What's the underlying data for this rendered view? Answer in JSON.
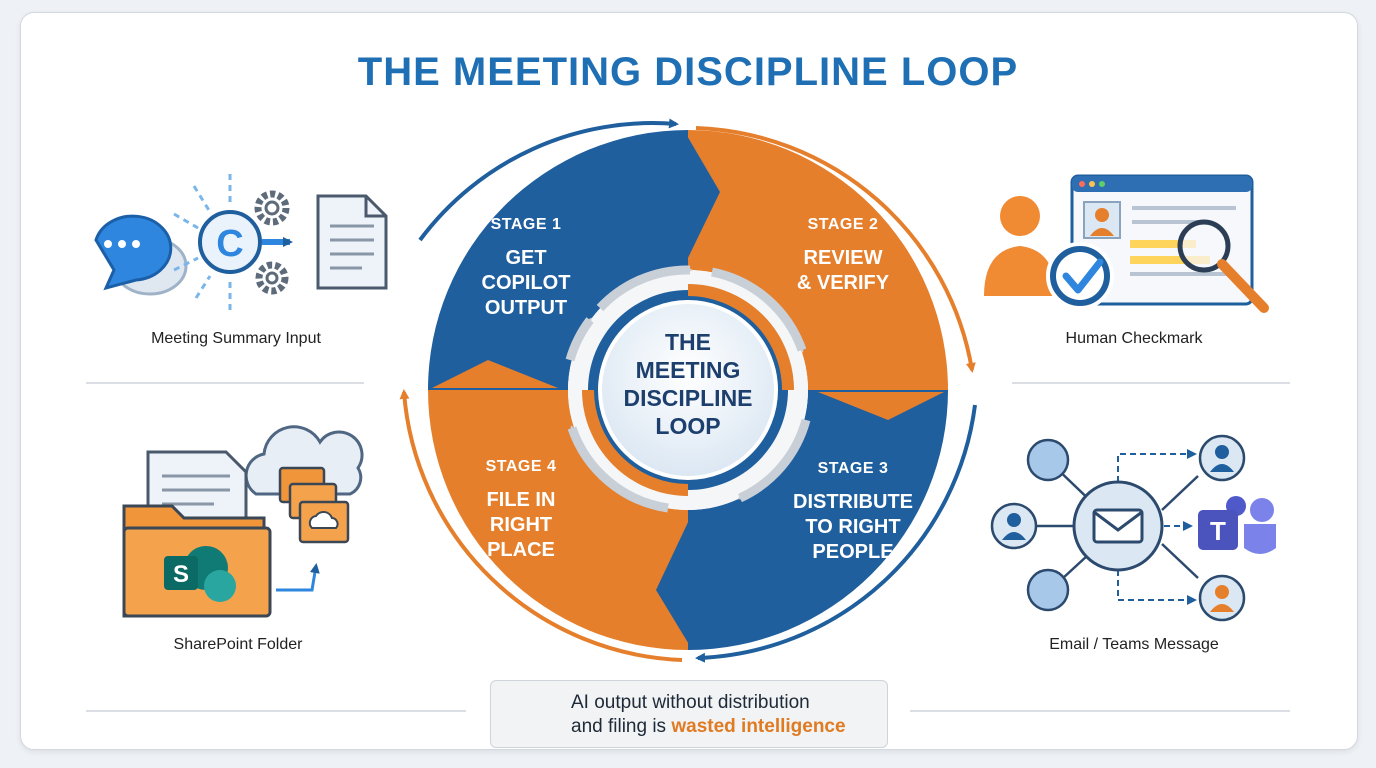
{
  "title": "THE MEETING DISCIPLINE LOOP",
  "hub": "THE\nMEETING\nDISCIPLINE\nLOOP",
  "stages": [
    {
      "num": "STAGE 1",
      "name": "GET\nCOPILOT\nOUTPUT",
      "color": "#1f5f9e"
    },
    {
      "num": "STAGE 2",
      "name": "REVIEW\n& VERIFY",
      "color": "#e57f2c"
    },
    {
      "num": "STAGE 3",
      "name": "DISTRIBUTE\nTO RIGHT\nPEOPLE",
      "color": "#1f5f9e"
    },
    {
      "num": "STAGE 4",
      "name": "FILE IN\nRIGHT\nPLACE",
      "color": "#e57f2c"
    }
  ],
  "side_items": {
    "top_left": "Meeting Summary Input",
    "top_right": "Human Checkmark",
    "bottom_left": "SharePoint Folder",
    "bottom_right": "Email / Teams Message"
  },
  "icons": {
    "top_left": [
      "chat-bubbles-icon",
      "copilot-logo-icon",
      "gear-icon",
      "document-icon"
    ],
    "top_right": [
      "person-icon",
      "checkmark-icon",
      "browser-window-icon",
      "magnifier-icon"
    ],
    "bottom_left": [
      "folder-icon",
      "sharepoint-logo-icon",
      "cloud-icon",
      "document-icon"
    ],
    "bottom_right": [
      "email-icon",
      "teams-logo-icon",
      "person-icon",
      "network-node-icon"
    ]
  },
  "logo_letters": {
    "copilot": "C",
    "sharepoint": "S",
    "teams": "T"
  },
  "callout": {
    "line1": "AI output without distribution",
    "line2_prefix": "and filing is ",
    "line2_highlight": "wasted intelligence"
  },
  "colors": {
    "blue": "#1f5f9e",
    "orange": "#e57f2c",
    "title_blue": "#1f6fb5",
    "accent_orange": "#e07b22"
  }
}
